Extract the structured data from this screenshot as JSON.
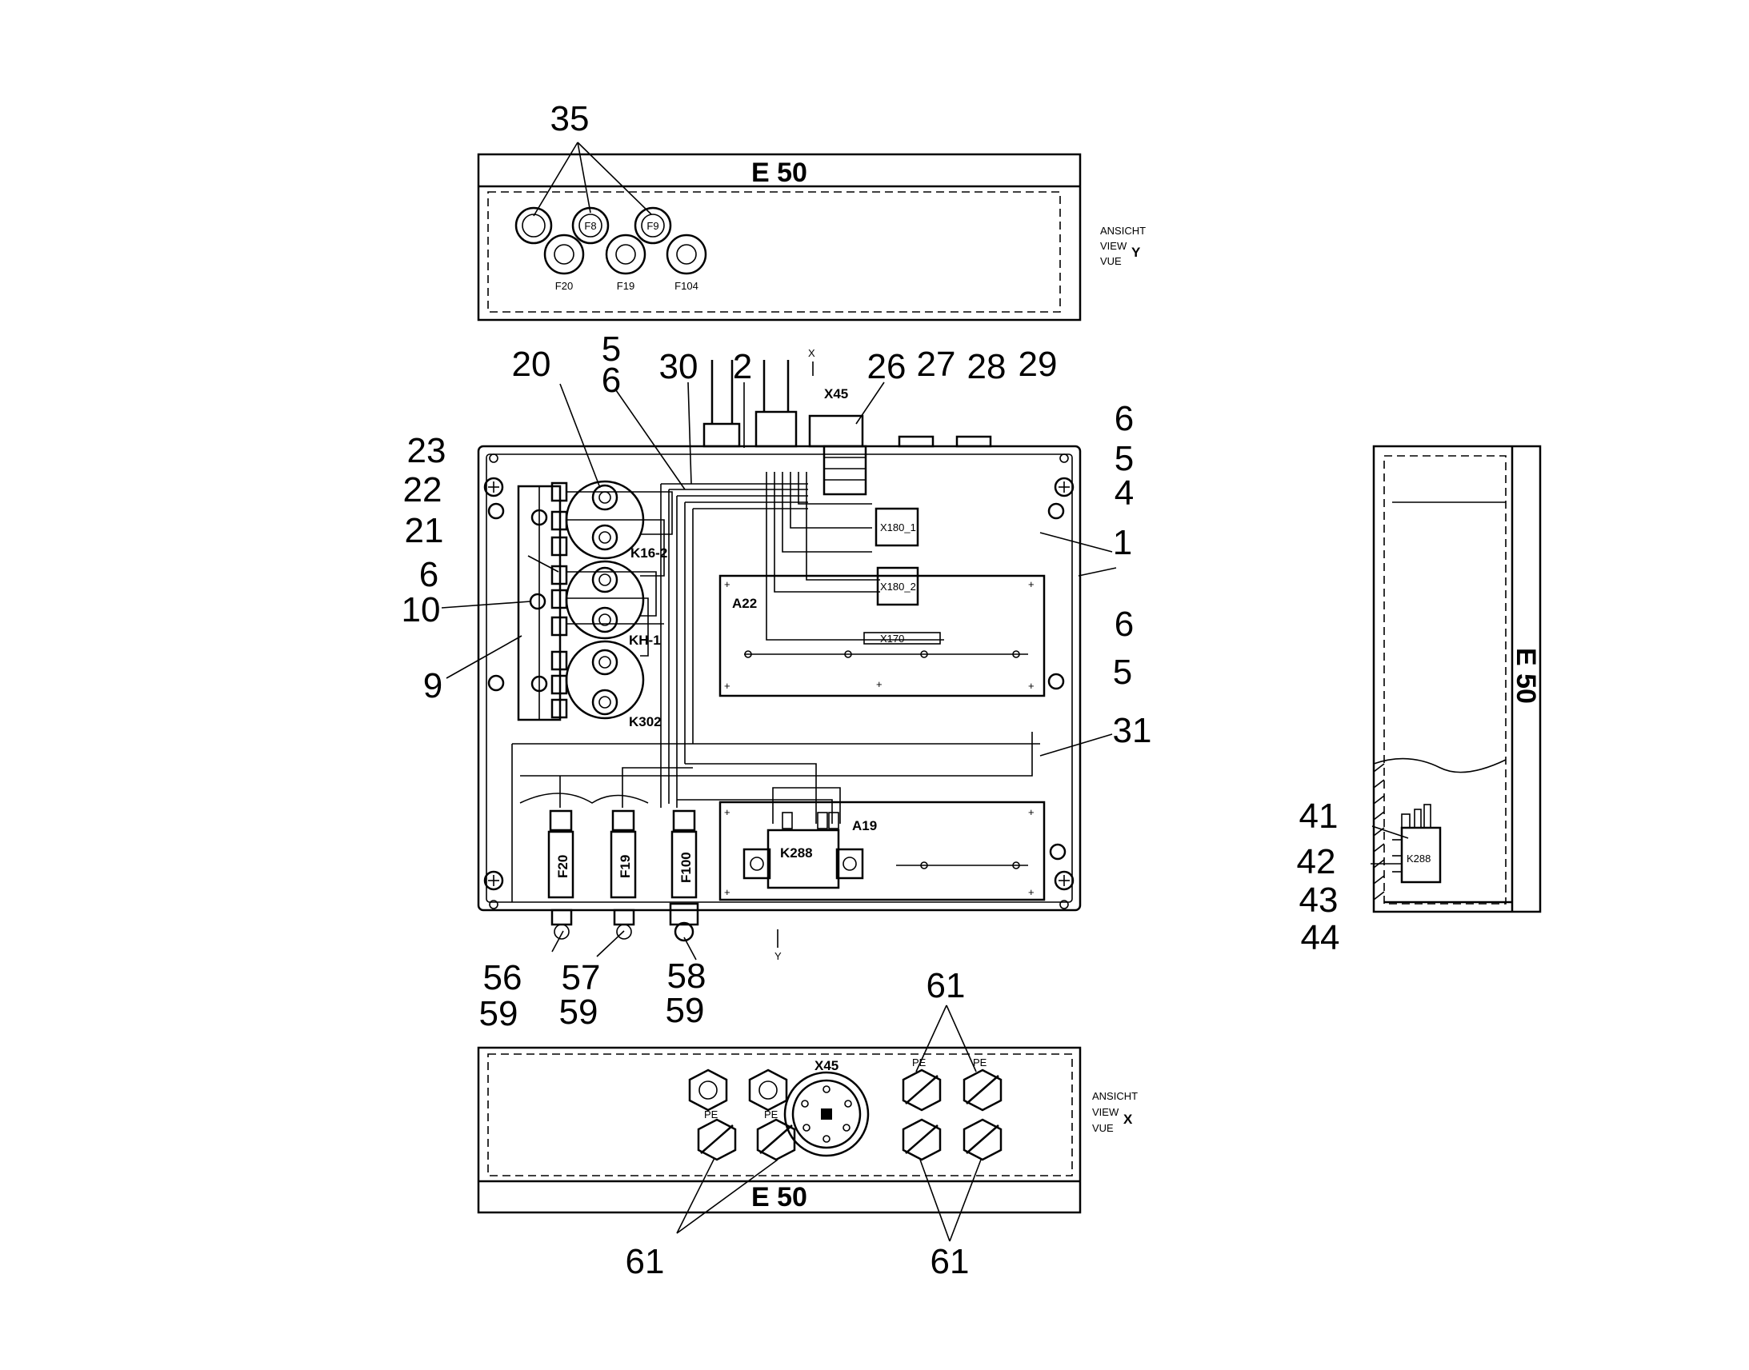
{
  "views": {
    "top_view": {
      "title": "E 50",
      "fuse_holders_upper": [
        "",
        "F8",
        "F9"
      ],
      "fuse_holders_lower": [
        "F20",
        "F19",
        "F104"
      ],
      "view_label": [
        "ANSICHT",
        "VIEW",
        "VUE"
      ],
      "view_letter": "Y"
    },
    "main_view": {
      "components": {
        "relay_1": "K16-2",
        "relay_2": "KH-1",
        "relay_3": "K302",
        "board_upper": "A22",
        "board_lower": "A19",
        "connector_top": "X45",
        "plug_1": "X180_1",
        "plug_2": "X180_2",
        "plug_3": "X170",
        "transformer": "K288",
        "fuse_1": "F20",
        "fuse_2": "F19",
        "fuse_3": "F100"
      },
      "direction_x": "X",
      "direction_y": "Y"
    },
    "bottom_view": {
      "title": "E 50",
      "connector": "X45",
      "gland_labels_top": [
        "PE",
        "PE",
        "",
        "PE",
        "PE"
      ],
      "view_label": [
        "ANSICHT",
        "VIEW",
        "VUE"
      ],
      "view_letter": "X"
    },
    "side_view": {
      "title": "E 50",
      "relay": "K288"
    }
  },
  "callouts": {
    "c35": "35",
    "c20": "20",
    "c5a": "5",
    "c6a": "6",
    "c30": "30",
    "c2": "2",
    "c26": "26",
    "c27": "27",
    "c28": "28",
    "c29": "29",
    "c23": "23",
    "c22": "22",
    "c21": "21",
    "c6b": "6",
    "c10": "10",
    "c9": "9",
    "c6c": "6",
    "c5b": "5",
    "c4": "4",
    "c1": "1",
    "c6d": "6",
    "c5c": "5",
    "c31": "31",
    "c56": "56",
    "c57": "57",
    "c58": "58",
    "c59a": "59",
    "c59b": "59",
    "c59c": "59",
    "c61a": "61",
    "c61b": "61",
    "c61c": "61",
    "c41": "41",
    "c42": "42",
    "c43": "43",
    "c44": "44"
  }
}
